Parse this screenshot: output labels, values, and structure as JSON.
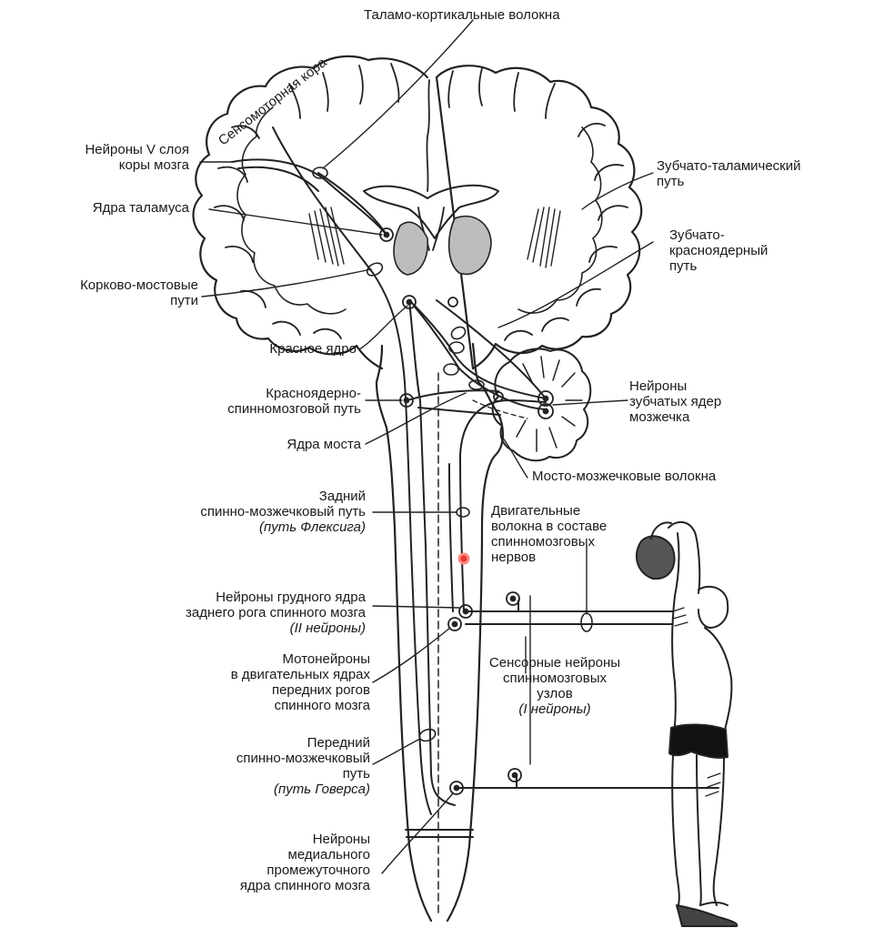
{
  "labels": {
    "thalamo_cortical": "Таламо-кортикальные волокна",
    "sensorimotor_cortex": "Сенсомоторная кора",
    "neurons_v_layer": [
      "Нейроны V слоя",
      "коры мозга"
    ],
    "thalamus_nuclei": "Ядра таламуса",
    "cortico_pontine": [
      "Корково-мостовые",
      "пути"
    ],
    "red_nucleus": "Красное ядро",
    "rubrospinal": [
      "Красноядерно-",
      "спинномозговой путь"
    ],
    "pons_nuclei": "Ядра моста",
    "posterior_spinocerebellar": [
      "Задний",
      "спинно-мозжечковый путь",
      "(путь Флексига)"
    ],
    "thoracic_nucleus": [
      "Нейроны грудного ядра",
      "заднего рога спинного мозга",
      "(II нейроны)"
    ],
    "motoneurons": [
      "Мотонейроны",
      "в двигательных ядрах",
      "передних рогов",
      "спинного мозга"
    ],
    "anterior_spinocerebellar": [
      "Передний",
      "спинно-мозжечковый",
      "путь",
      "(путь Говерса)"
    ],
    "medial_intermediate": [
      "Нейроны",
      "медиального",
      "промежуточного",
      "ядра спинного мозга"
    ],
    "dentato_thalamic": [
      "Зубчато-таламический",
      "путь"
    ],
    "dentato_rubral": [
      "Зубчато-",
      "красноядерный",
      "путь"
    ],
    "dentate_neurons": [
      "Нейроны",
      "зубчатых ядер",
      "мозжечка"
    ],
    "ponto_cerebellar": "Мосто-мозжечковые волокна",
    "motor_fibers": [
      "Двигательные",
      "волокна в составе",
      "спинномозговых",
      "нервов"
    ],
    "sensory_neurons": [
      "Сенсорные нейроны",
      "спинномозговых",
      "узлов",
      "(I нейроны)"
    ]
  }
}
